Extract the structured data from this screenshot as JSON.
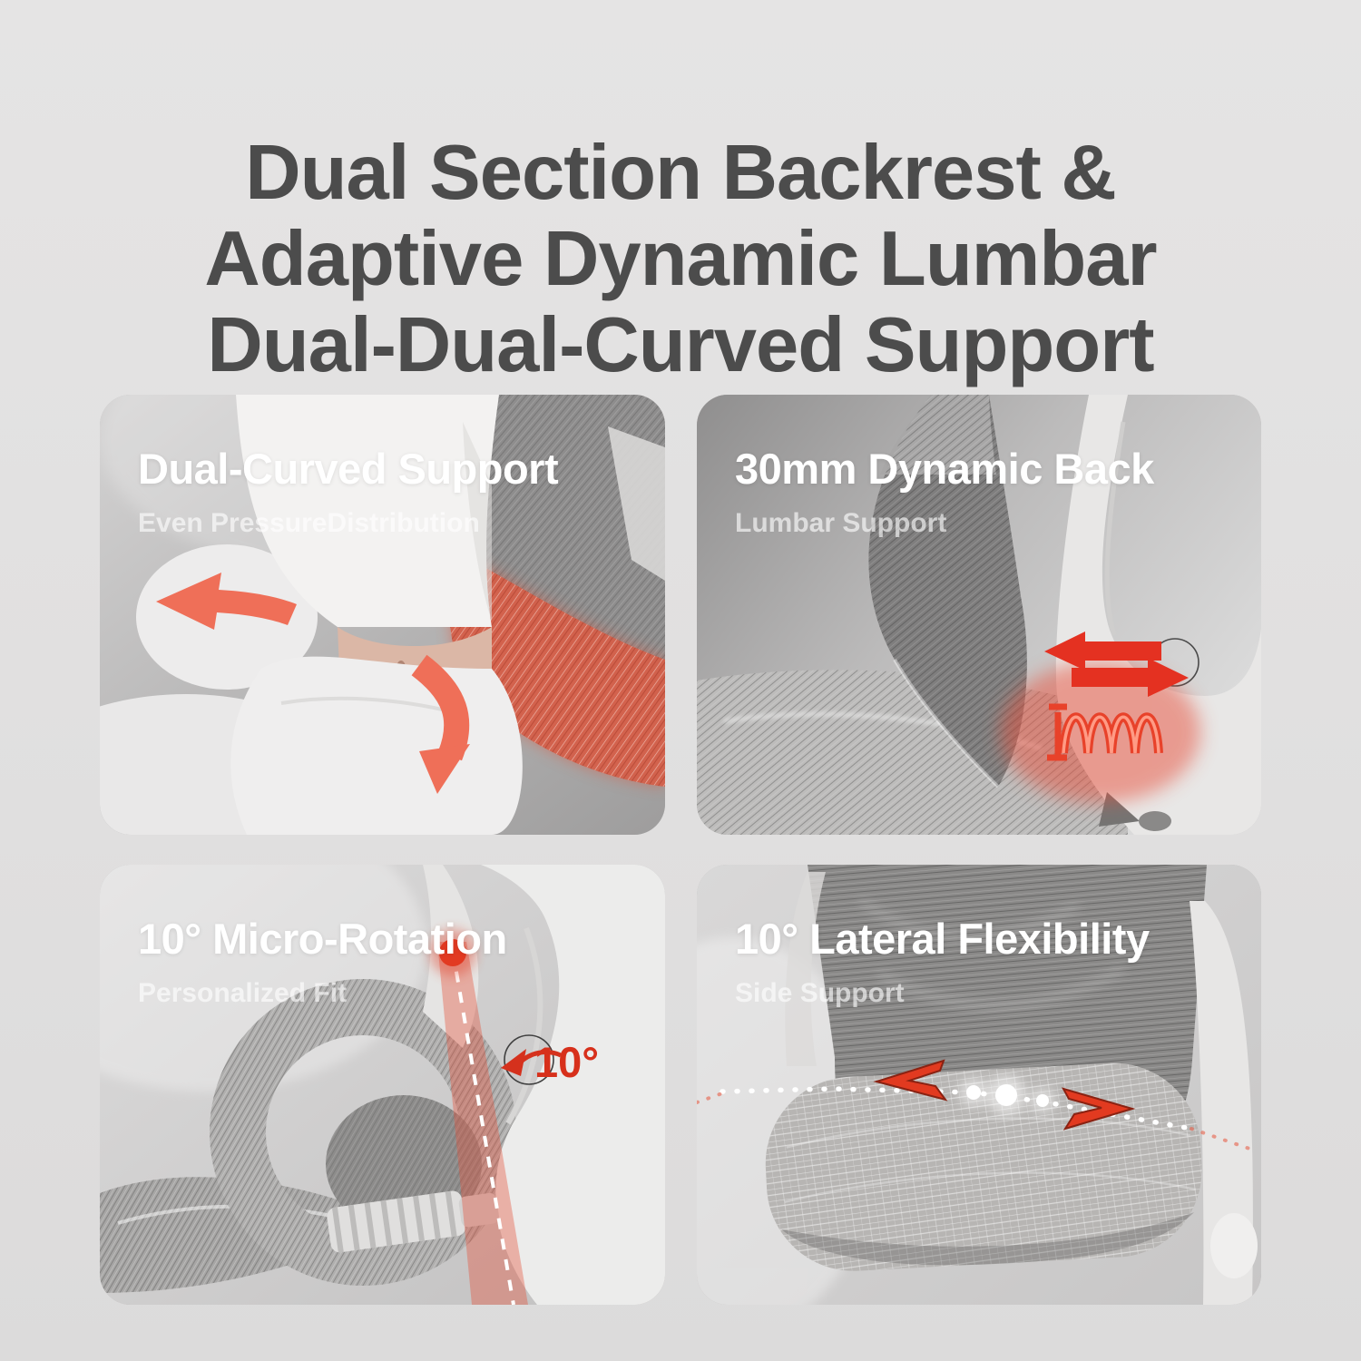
{
  "page": {
    "title": {
      "lines": [
        "Dual Section Backrest &",
        "Adaptive Dynamic Lumbar",
        "Dual-Dual-Curved Support"
      ],
      "color": "#4c4c4c"
    },
    "background_color": "#e1e0e0"
  },
  "colors": {
    "accent_red": "#e23a20",
    "accent_coral": "#ef6f58",
    "panel_title_text": "#ffffff",
    "panel_subtitle_text": "rgba(255,255,255,0.62)",
    "angle_label_red": "#d7301b"
  },
  "panels": [
    {
      "id": "dual-curved-support",
      "title": "Dual-Curved Support",
      "subtitle": "Even PressureDistribution",
      "icons": [
        "left-arrow-icon",
        "curved-arrow-icon",
        "lumbar-mesh-glow"
      ]
    },
    {
      "id": "dynamic-back-lumbar",
      "title": "30mm Dynamic Back",
      "subtitle": "Lumbar Support",
      "icons": [
        "left-arrow-icon",
        "right-arrow-icon",
        "spring-icon",
        "pivot-circle-icon"
      ]
    },
    {
      "id": "micro-rotation",
      "title": "10° Micro-Rotation",
      "subtitle": "Personalized Fit",
      "annotation": "10°",
      "icons": [
        "pivot-dot-icon",
        "dashed-axis-line",
        "rotation-arc-icon",
        "pivot-circle-icon"
      ]
    },
    {
      "id": "lateral-flexibility",
      "title": "10° Lateral Flexibility",
      "subtitle": "Side Support",
      "icons": [
        "left-chevron-arrow-icon",
        "right-chevron-arrow-icon",
        "glow-dots-icon",
        "dotted-line"
      ]
    }
  ]
}
